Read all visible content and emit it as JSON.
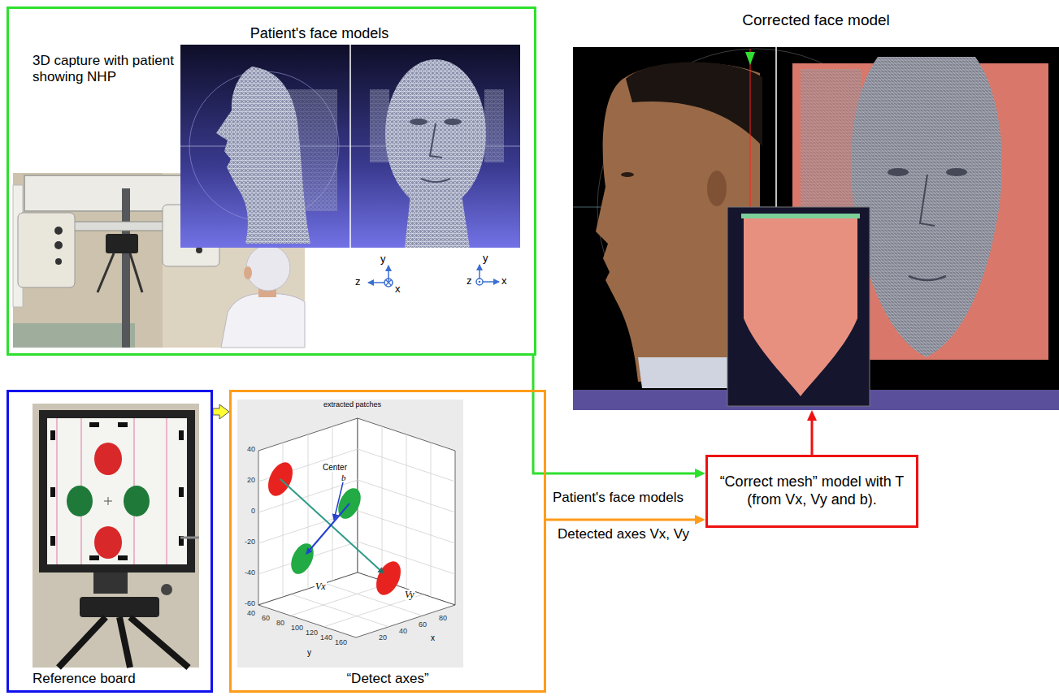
{
  "diagram": {
    "nodes": [
      {
        "text": [
          "Patient's face models",
          "3D capture with patient showing NHP"
        ]
      },
      {
        "text": [
          "Corrected face model"
        ]
      },
      {
        "text": [
          "Reference board"
        ]
      },
      {
        "text": [
          "“Detect axes”"
        ]
      },
      {
        "text": [
          "“Correct mesh” model with T (from Vx, Vy and b)."
        ]
      }
    ],
    "edges": [
      {
        "from": 0,
        "to": 4,
        "arrow": "to",
        "label": "Patient's face models"
      },
      {
        "from": 2,
        "to": 3,
        "arrow": "to"
      },
      {
        "from": 3,
        "to": 4,
        "arrow": "to",
        "label": "Detected axes Vx, Vy"
      },
      {
        "from": 4,
        "to": 1,
        "arrow": "to"
      }
    ],
    "labels": [
      "y",
      "z",
      "x",
      "y",
      "z",
      "x",
      "extracted patches",
      "Center",
      "b",
      "Vx",
      "Vy",
      "40",
      "20",
      "0",
      "-20",
      "-40",
      "-60",
      "40",
      "60",
      "80",
      "100",
      "120",
      "140",
      "160",
      "y",
      "20",
      "40",
      "60",
      "80",
      "x"
    ]
  }
}
